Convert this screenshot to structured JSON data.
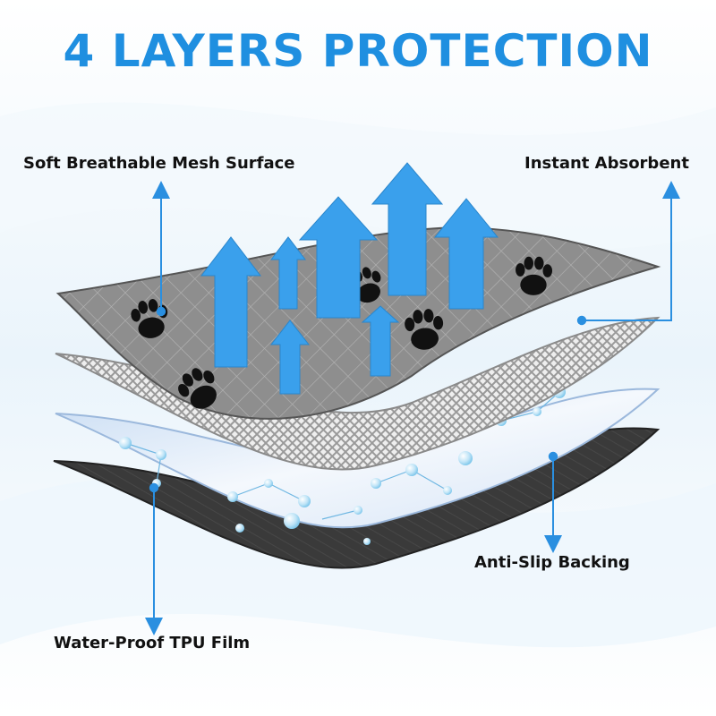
{
  "title": "4 LAYERS PROTECTION",
  "layers": [
    {
      "label": "Soft Breathable Mesh Surface",
      "icon": "mesh-layer-icon"
    },
    {
      "label": "Instant Absorbent",
      "icon": "absorbent-layer-icon"
    },
    {
      "label": "Water-Proof TPU Film",
      "icon": "tpu-film-layer-icon"
    },
    {
      "label": "Anti-Slip Backing",
      "icon": "anti-slip-layer-icon"
    }
  ],
  "colors": {
    "title": "#1f8fe0",
    "arrow": "#3aa0ec",
    "leader_line": "#2a8fe0",
    "mesh_layer": "#8e8e8e",
    "absorbent_layer": "#d8d8d8",
    "tpu_layer": "#dde8f6",
    "backing_layer": "#3a3a3a",
    "paw_print": "#111111"
  }
}
